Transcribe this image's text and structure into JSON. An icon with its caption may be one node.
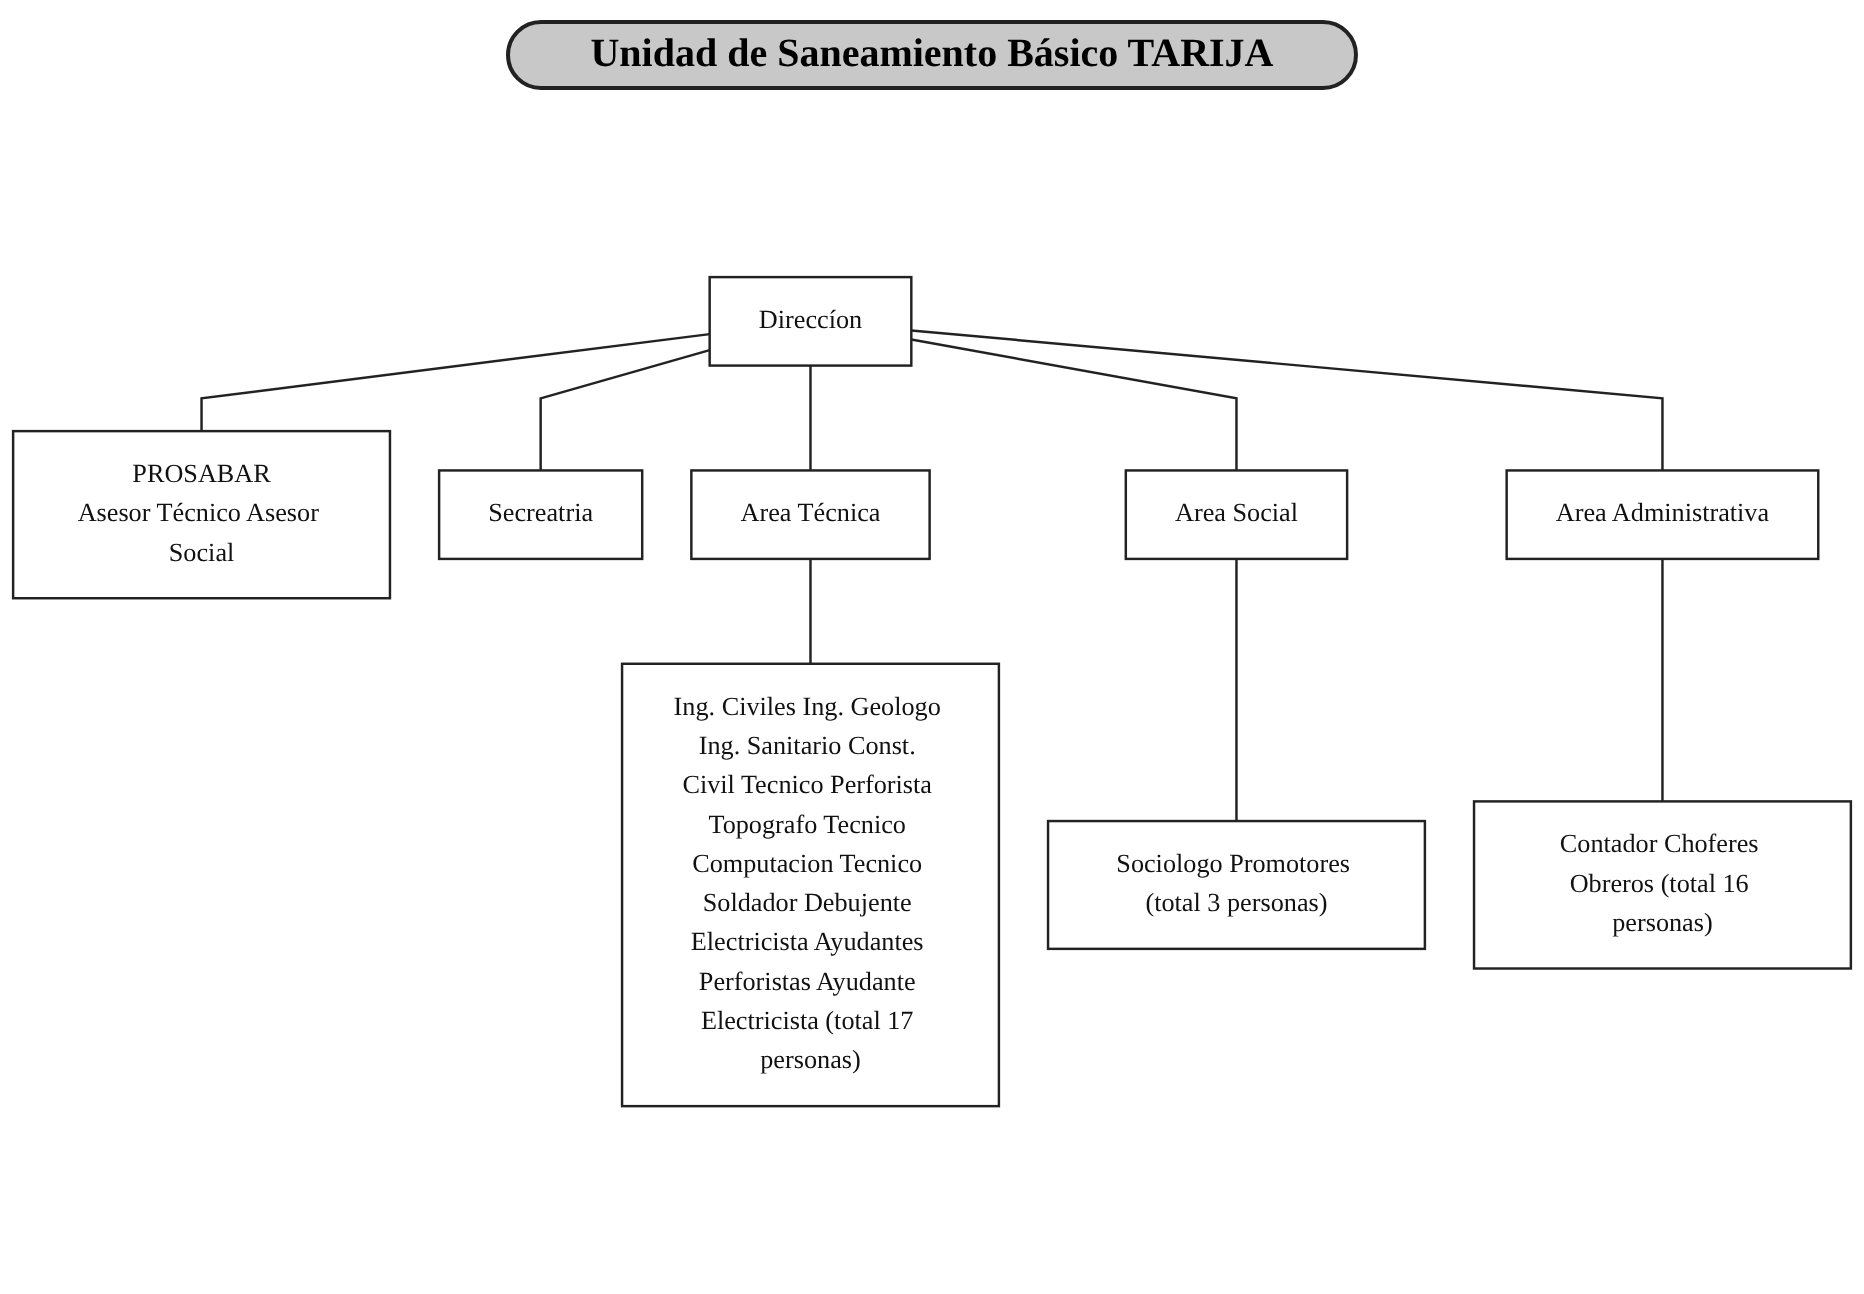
{
  "diagram": {
    "title": "Unidad de Saneamiento Básico TARIJA",
    "nodes": [
      {
        "text": [
          "Direccíon"
        ]
      },
      {
        "text": [
          "PROSABAR",
          "Asesor Técnico Asesor Social"
        ]
      },
      {
        "text": [
          "Secreatria"
        ]
      },
      {
        "text": [
          "Area Técnica"
        ]
      },
      {
        "text": [
          "Area Social"
        ]
      },
      {
        "text": [
          "Area Administrativa"
        ]
      },
      {
        "text": [
          "Ing. Civiles Ing. Geologo Ing. Sanitario Const. Civil Tecnico Perforista Topografo Tecnico Computacion Tecnico Soldador Debujente Electricista Ayudantes Perforistas Ayudante Electricista (total 17 personas)"
        ]
      },
      {
        "text": [
          "Sociologo Promotores (total 3 personas)"
        ]
      },
      {
        "text": [
          "Contador Choferes Obreros (total 16 personas)"
        ]
      }
    ],
    "edges": [
      {
        "from": 0,
        "to": 1,
        "arrow": "none"
      },
      {
        "from": 0,
        "to": 2,
        "arrow": "none"
      },
      {
        "from": 0,
        "to": 3,
        "arrow": "none"
      },
      {
        "from": 0,
        "to": 4,
        "arrow": "none"
      },
      {
        "from": 0,
        "to": 5,
        "arrow": "none"
      },
      {
        "from": 3,
        "to": 6,
        "arrow": "none"
      },
      {
        "from": 4,
        "to": 7,
        "arrow": "none"
      },
      {
        "from": 5,
        "to": 8,
        "arrow": "none"
      }
    ]
  }
}
